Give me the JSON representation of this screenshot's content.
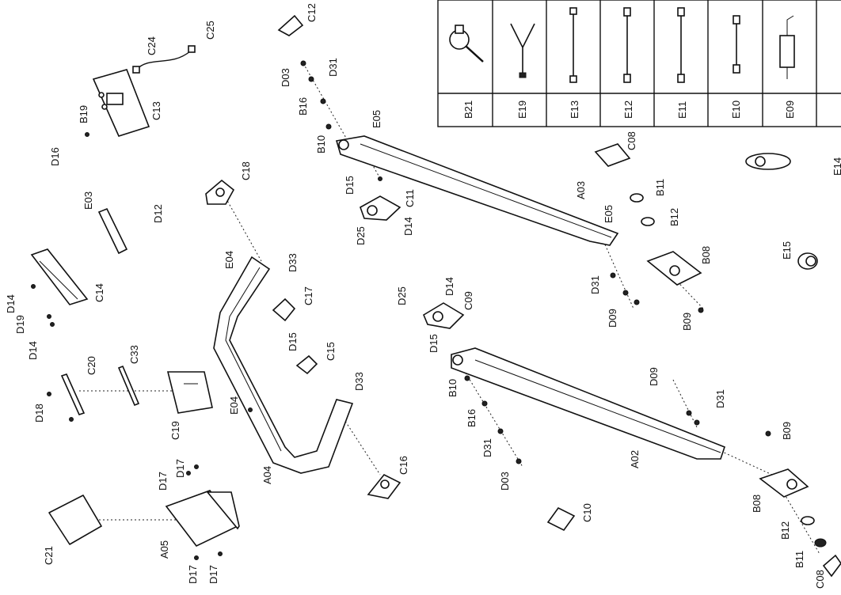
{
  "diagram": {
    "parts_table": {
      "codes": [
        "B21",
        "E19",
        "E13",
        "E12",
        "E11",
        "E10",
        "E09"
      ],
      "icons": [
        "multi-tool-wrench-icon",
        "split-cable-icon",
        "cable-icon",
        "cable-icon",
        "cable-icon",
        "cable-icon",
        "power-adapter-icon"
      ]
    },
    "labels": {
      "c12": "C12",
      "d03a": "D03",
      "d31a": "D31",
      "b16a": "B16",
      "b10a": "B10",
      "e05a": "E05",
      "c08a": "C08",
      "e14": "E14",
      "c24": "C24",
      "c25": "C25",
      "b19": "B19",
      "c13": "C13",
      "d16": "D16",
      "c18": "C18",
      "d15a": "D15",
      "c11": "C11",
      "d25a": "D25",
      "d14a": "D14",
      "a03": "A03",
      "e05b": "E05",
      "b11a": "B11",
      "b12a": "B12",
      "e15": "E15",
      "e03": "E03",
      "d12": "D12",
      "e04a": "E04",
      "d33a": "D33",
      "b08a": "B08",
      "d31b": "D31",
      "d09a": "D09",
      "b09a": "B09",
      "d14b": "D14",
      "d19": "D19",
      "d14c": "D14",
      "c14": "C14",
      "c17": "C17",
      "d15b": "D15",
      "c15": "C15",
      "d25b": "D25",
      "d14d": "D14",
      "c09": "C09",
      "d15c": "D15",
      "b10b": "B10",
      "b16b": "B16",
      "d31c": "D31",
      "d03b": "D03",
      "a02": "A02",
      "d09b": "D09",
      "d31d": "D31",
      "d18": "D18",
      "c20": "C20",
      "c33": "C33",
      "c19": "C19",
      "e04b": "E04",
      "d33b": "D33",
      "a04": "A04",
      "c16": "C16",
      "b09b": "B09",
      "b08b": "B08",
      "b12b": "B12",
      "b11b": "B11",
      "c08b": "C08",
      "c10": "C10",
      "d17a": "D17",
      "d17b": "D17",
      "d17c": "D17",
      "d17d": "D17",
      "c21": "C21",
      "a05": "A05"
    }
  }
}
